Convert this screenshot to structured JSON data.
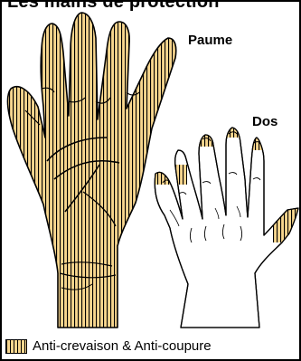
{
  "heading": "Les mains de protection",
  "labels": {
    "palm": "Paume",
    "back": "Dos"
  },
  "legend": {
    "text": "Anti-crevaison & Anti-coupure",
    "fill_color": "#f7d68e",
    "stripe_color": "#000000"
  }
}
